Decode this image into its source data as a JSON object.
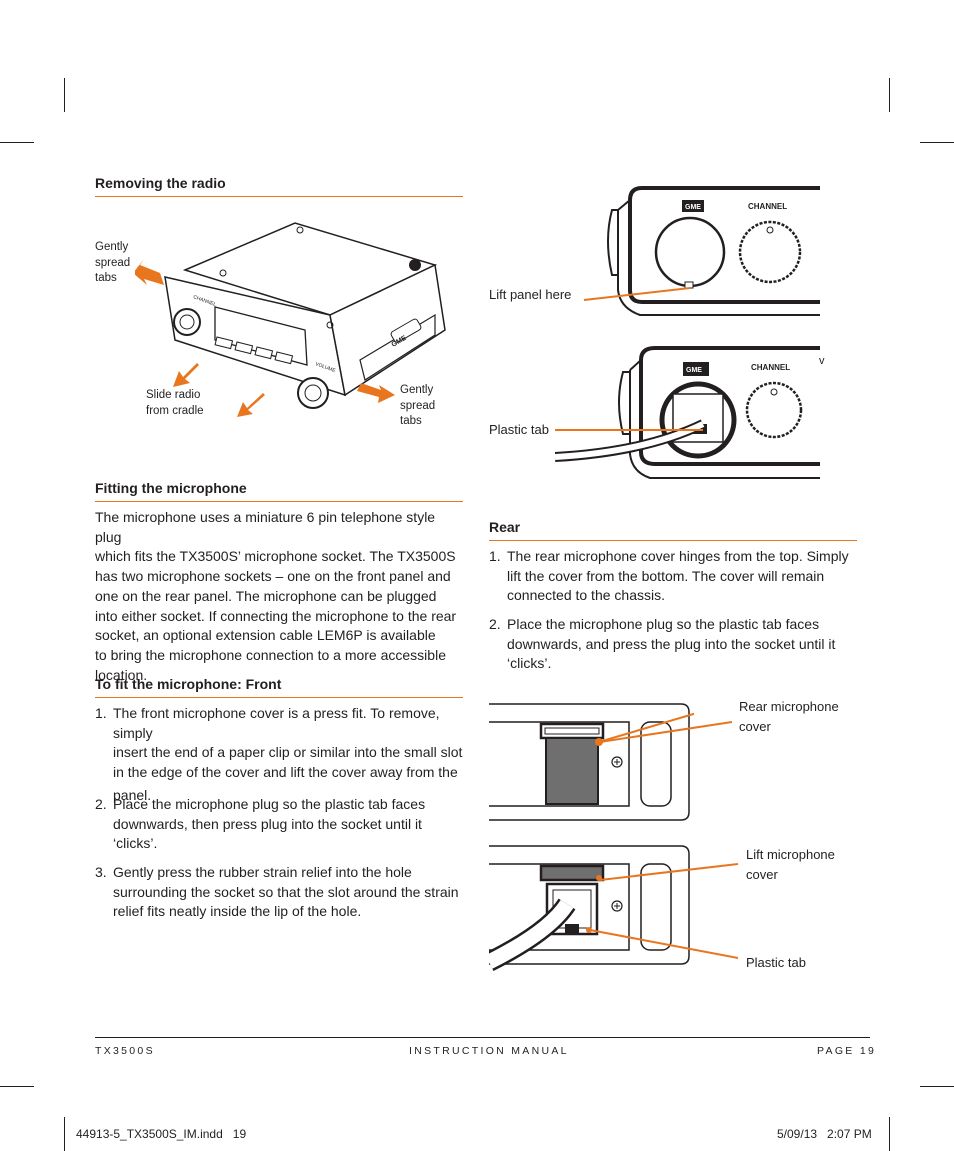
{
  "left_column": {
    "removing": {
      "heading": "Removing the radio",
      "callouts": {
        "spread_tabs_left": [
          "Gently",
          "spread",
          "tabs"
        ],
        "slide_radio": [
          "Slide radio",
          "from cradle"
        ],
        "spread_tabs_right": [
          "Gently",
          "spread",
          "tabs"
        ]
      },
      "radio_labels": {
        "brand": "GME",
        "channel": "CHANNEL",
        "volume": "VOLUME"
      }
    },
    "fitting": {
      "heading": "Fitting the microphone",
      "paragraph_lines": [
        "The microphone uses a miniature 6 pin telephone style plug",
        "which fits the TX3500S’ microphone socket. The TX3500S",
        "has two microphone sockets – one on the front panel and",
        "one on the rear panel. The microphone can be plugged",
        "into either socket. If connecting the microphone to the rear",
        "socket, an optional extension cable LEM6P is available",
        "to bring the microphone connection to a more accessible",
        "location."
      ]
    },
    "front": {
      "heading": "To fit the microphone: Front",
      "steps": [
        {
          "num": "1.",
          "lines": [
            "The front microphone cover is a press fit. To remove, simply",
            "insert the end of a paper clip or similar into the small slot",
            "in the edge of the cover and lift the cover away from the",
            "panel."
          ]
        },
        {
          "num": "2.",
          "lines": [
            "Place the microphone plug so the plastic tab faces",
            "downwards, then press plug into the socket until it",
            "‘clicks’."
          ]
        },
        {
          "num": "3.",
          "lines": [
            "Gently press the rubber strain relief into the hole",
            "surrounding the socket so that the slot around the strain",
            "relief fits neatly inside the lip of the hole."
          ]
        }
      ]
    }
  },
  "right_column": {
    "front_diagram": {
      "lift_panel_label": "Lift panel here",
      "plastic_tab_label": "Plastic tab",
      "brand": "GME",
      "channel": "CHANNEL",
      "stray_mark": "v"
    },
    "rear": {
      "heading": "Rear",
      "steps": [
        {
          "num": "1.",
          "lines": [
            "The rear microphone cover hinges from the top. Simply",
            "lift the cover from the bottom. The cover will remain",
            "connected to the chassis."
          ]
        },
        {
          "num": "2.",
          "lines": [
            "Place the microphone plug so the plastic tab faces",
            "downwards, and press the plug into the socket until it",
            "‘clicks’."
          ]
        }
      ],
      "labels": {
        "rear_cover": [
          "Rear microphone",
          "cover"
        ],
        "lift_cover": [
          "Lift microphone",
          "cover"
        ],
        "plastic_tab": "Plastic tab"
      }
    }
  },
  "footer": {
    "model": "TX3500S",
    "manual": "INSTRUCTION MANUAL",
    "page": "PAGE 19"
  },
  "slug": {
    "file": "44913-5_TX3500S_IM.indd   19",
    "date": "5/09/13   2:07 PM"
  },
  "colors": {
    "accent": "#e8761f",
    "text": "#231f20",
    "panel_gray": "#6f6f6f"
  }
}
